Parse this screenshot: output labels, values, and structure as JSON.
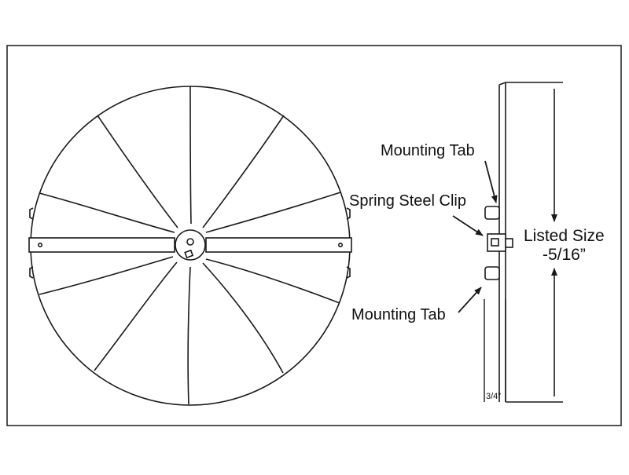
{
  "labels": {
    "mounting_tab_top": "Mounting Tab",
    "spring_steel_clip": "Spring Steel Clip",
    "mounting_tab_bottom": "Mounting Tab",
    "listed_size_line1": "Listed Size",
    "listed_size_line2": "-5/16”",
    "depth_dimension": "3/4”"
  },
  "colors": {
    "line": "#1a1a1a",
    "background": "#ffffff"
  }
}
